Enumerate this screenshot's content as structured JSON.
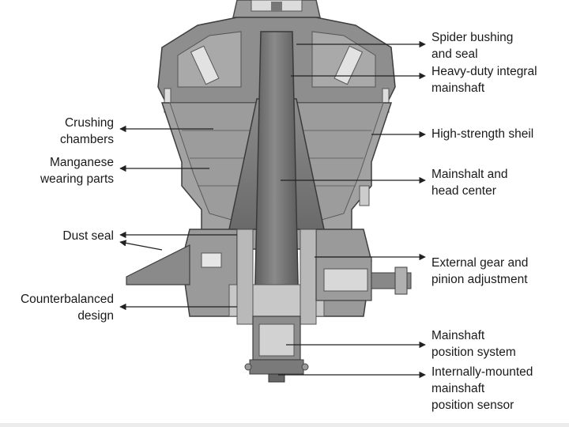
{
  "diagram": {
    "callouts_left": [
      {
        "id": "crushing-chambers",
        "text": "Crushing\nchambers"
      },
      {
        "id": "manganese-wearing-parts",
        "text": "Manganese\nwearing parts"
      },
      {
        "id": "dust-seal",
        "text": "Dust seal"
      },
      {
        "id": "counterbalanced-design",
        "text": "Counterbalanced\ndesign"
      }
    ],
    "callouts_right": [
      {
        "id": "spider-bushing-and-seal",
        "text": "Spider bushing\nand seal"
      },
      {
        "id": "heavy-duty-integral-mainshaft",
        "text": "Heavy-duty integral\nmainshaft"
      },
      {
        "id": "high-strength-sheil",
        "text": "High-strength sheil"
      },
      {
        "id": "mainshalt-and-head-center",
        "text": "Mainshalt and\nhead center"
      },
      {
        "id": "external-gear-and-pinion-adjustment",
        "text": "External gear and\npinion adjustment"
      },
      {
        "id": "mainshaft-position-system",
        "text": "Mainshaft\nposition system"
      },
      {
        "id": "internally-mounted-mainshaft-position-sensor",
        "text": "Internally-mounted\nmainshaft\nposition sensor"
      }
    ],
    "colors": {
      "text": "#1a1a1a",
      "arrow": "#222222",
      "casting_dark": "#6e6e6e",
      "casting_mid": "#8d8d8d",
      "casting_light": "#b3b3b3",
      "shaft": "#7a7a7a"
    }
  }
}
